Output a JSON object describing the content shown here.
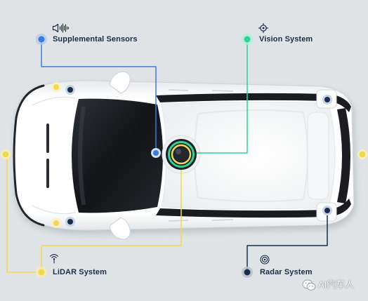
{
  "diagram": {
    "callouts": {
      "supplemental": {
        "label": "Supplemental Sensors",
        "icon": "speaker-sound-icon",
        "color": "#3b7ce0"
      },
      "vision": {
        "label": "Vision System",
        "icon": "aperture-icon",
        "color": "#2fd39a"
      },
      "lidar": {
        "label": "LiDAR System",
        "icon": "antenna-signal-icon",
        "color": "#f0d94e"
      },
      "radar": {
        "label": "Radar System",
        "icon": "radar-rings-icon",
        "color": "#1b2d4f"
      }
    },
    "vehicle": {
      "body_color": "#ffffff",
      "glass_color": "#17191d"
    }
  },
  "watermark": {
    "text": "AI汽车人",
    "icon": "wechat-logo-icon"
  },
  "colors": {
    "background": "#dfe3e5",
    "label_text": "#1d2b47"
  }
}
